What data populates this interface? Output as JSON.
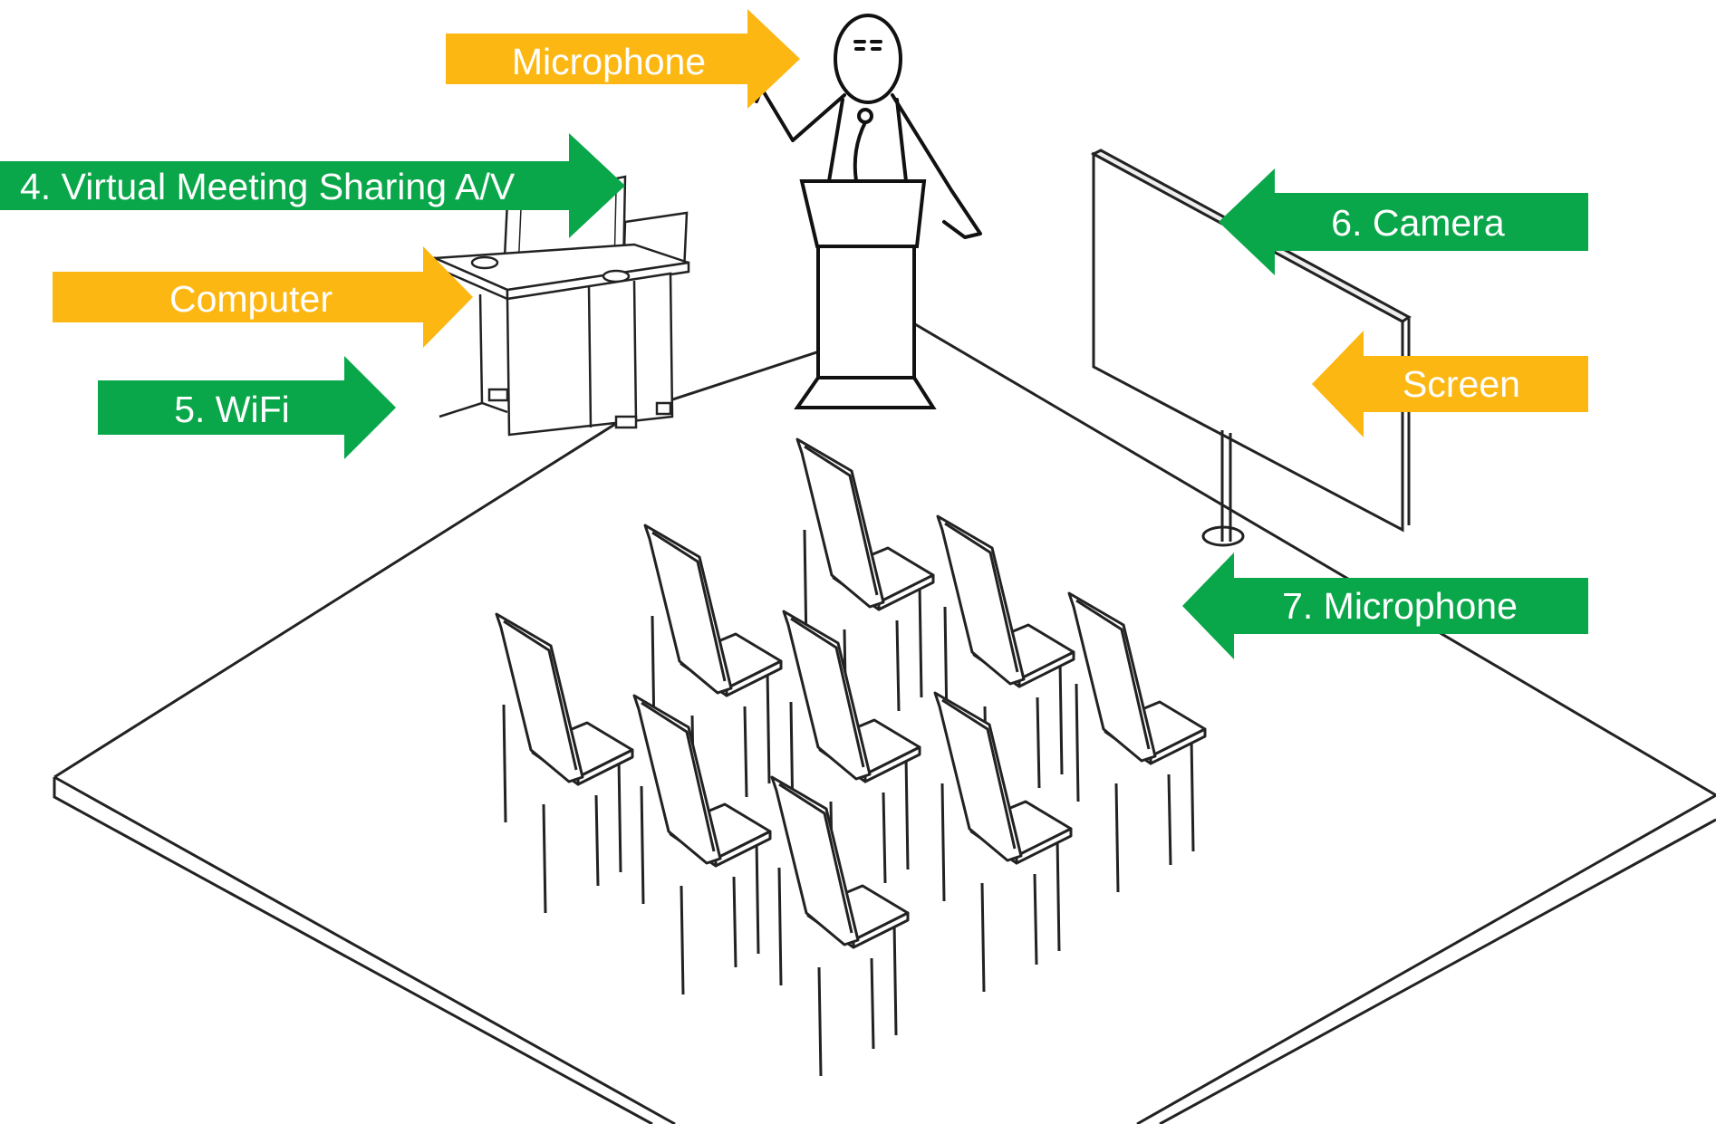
{
  "colors": {
    "green": "#0aa74a",
    "yellow": "#fdb713",
    "line": "#111111"
  },
  "labels": {
    "podium_microphone": "Microphone",
    "virtual_meeting": "4. Virtual Meeting Sharing A/V",
    "computer": "Computer",
    "wifi": "5. WiFi",
    "camera": "6. Camera",
    "screen": "Screen",
    "room_microphone": "7. Microphone"
  },
  "icons": [
    "presenter-figure",
    "podium",
    "computer-desk",
    "display-screen",
    "chair"
  ]
}
